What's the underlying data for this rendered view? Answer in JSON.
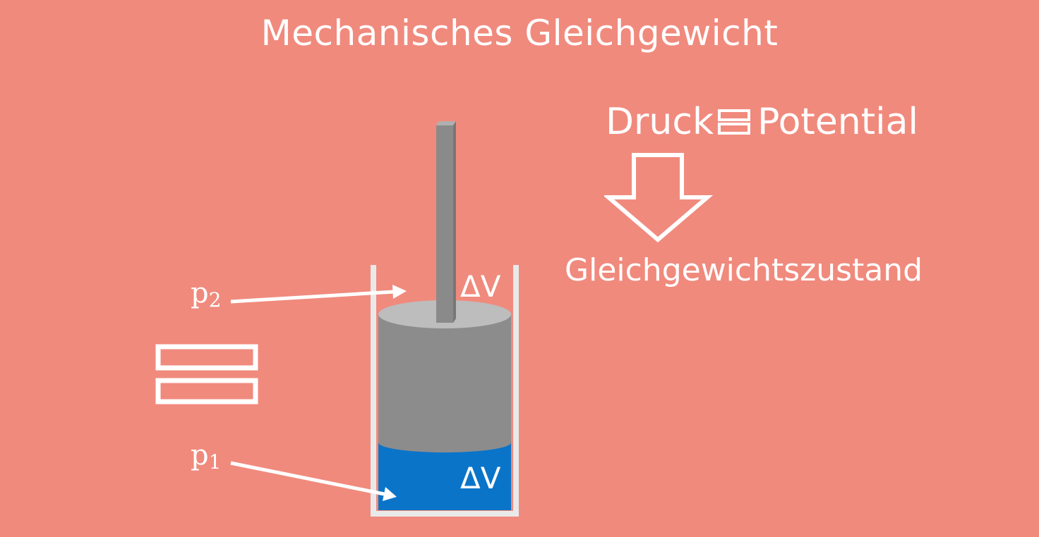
{
  "title": "Mechanisches Gleichgewicht",
  "relation": {
    "left": "Druck",
    "right": "Potential"
  },
  "result": "Gleichgewichtszustand",
  "labels": {
    "p2_base": "p",
    "p2_sub": "2",
    "p1_base": "p",
    "p1_sub": "1",
    "dv_top": "ΔV",
    "dv_bottom": "ΔV"
  },
  "colors": {
    "background": "#f08a7d",
    "water": "#0a74c9",
    "piston_body": "#8c8c8c",
    "piston_top": "#bdbdbd",
    "rod": "#8a8a8a",
    "container_wall": "#e9e9e9",
    "foreground": "#ffffff"
  }
}
